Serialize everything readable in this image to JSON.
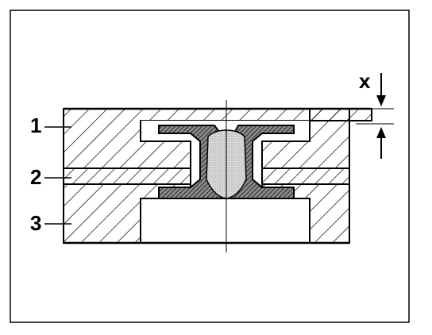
{
  "figure": {
    "callouts": [
      {
        "id": "1",
        "label": "1"
      },
      {
        "id": "2",
        "label": "2"
      },
      {
        "id": "3",
        "label": "3"
      }
    ],
    "dimension_label": "x"
  },
  "colors": {
    "ink": "#000000",
    "paper": "#ffffff",
    "rivet_fill": "#dcdcdc",
    "hatch_dense": "#222222"
  }
}
